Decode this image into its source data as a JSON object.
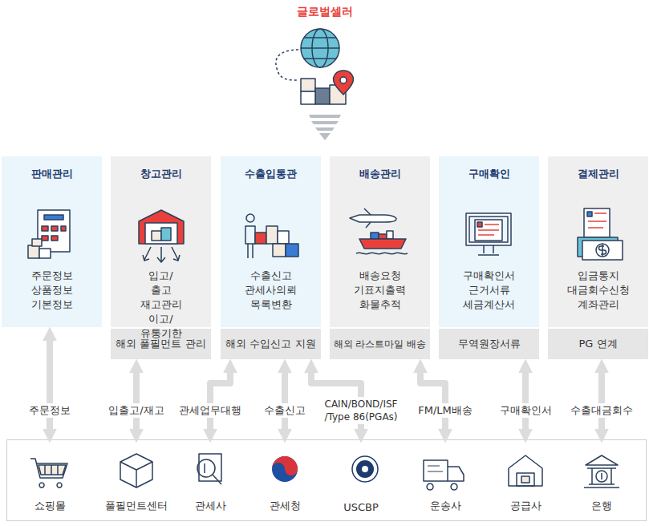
{
  "diagram": {
    "title": "글로벌셀러",
    "nodes": [
      {
        "text": [
          "판매관리",
          "주문정보 상품정보 기본정보"
        ]
      },
      {
        "text": [
          "창고관리",
          "입고/출고 재고관리 이고/유통기한"
        ]
      },
      {
        "text": [
          "해외 풀필먼트 관리"
        ],
        "in": 1
      },
      {
        "text": [
          "수출입통관",
          "수출신고 관세사의뢰 목록변환"
        ]
      },
      {
        "text": [
          "해외 수입신고 지원"
        ],
        "in": 3
      },
      {
        "text": [
          "배송관리",
          "배송요청 기표지출력 화물추적"
        ]
      },
      {
        "text": [
          "해외 라스트마일 배송"
        ],
        "in": 5
      },
      {
        "text": [
          "구매확인",
          "구매확인서 근거서류 세금계산서"
        ]
      },
      {
        "text": [
          "무역원장서류"
        ],
        "in": 7
      },
      {
        "text": [
          "결제관리",
          "입금통지 대금회수신청 계좌관리"
        ]
      },
      {
        "text": [
          "PG 연계"
        ],
        "in": 9
      },
      {
        "text": [
          "쇼핑몰"
        ]
      },
      {
        "text": [
          "풀필먼트센터"
        ]
      },
      {
        "text": [
          "관세사"
        ]
      },
      {
        "text": [
          "관세청"
        ]
      },
      {
        "text": [
          "USCBP"
        ]
      },
      {
        "text": [
          "운송사"
        ]
      },
      {
        "text": [
          "공급사"
        ]
      },
      {
        "text": [
          "은행"
        ]
      }
    ],
    "edges": [
      {
        "from": 0,
        "to": 11,
        "label": "주문정보",
        "arrow": "both"
      },
      {
        "from": 1,
        "to": 12,
        "label": "입출고/재고",
        "arrow": "both"
      },
      {
        "from": 3,
        "to": 13,
        "label": "관세업무대행",
        "arrow": "both"
      },
      {
        "from": 3,
        "to": 14,
        "label": "수출신고",
        "arrow": "both"
      },
      {
        "from": 3,
        "to": 15,
        "label": "CAIN/BOND/ISF /Type 86(PGAs)",
        "arrow": "both"
      },
      {
        "from": 5,
        "to": 16,
        "label": "FM/LM배송",
        "arrow": "both"
      },
      {
        "from": 7,
        "to": 17,
        "label": "구매확인서",
        "arrow": "both"
      },
      {
        "from": 9,
        "to": 18,
        "label": "수출대금회수",
        "arrow": "both"
      }
    ]
  }
}
